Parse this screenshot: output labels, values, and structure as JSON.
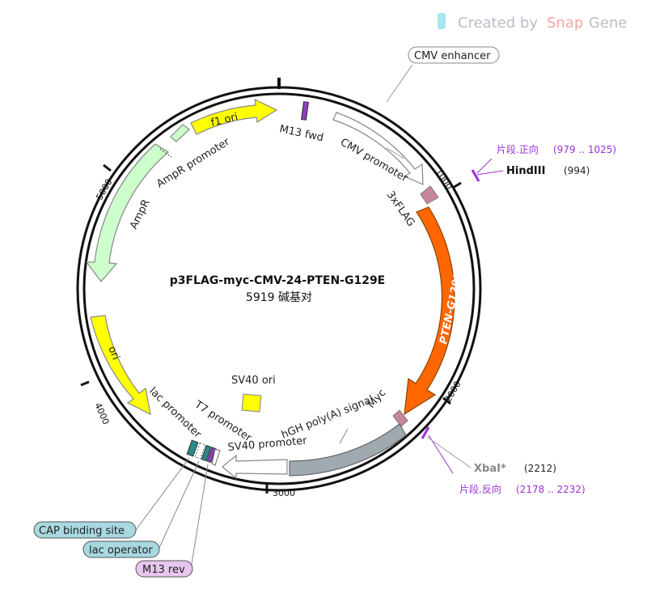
{
  "brand": {
    "prefix": "Created by ",
    "snap": "Snap",
    "gene": "Gene",
    "snap_color": "#f6a5a0",
    "gene_color": "#b8bec6",
    "icon": "snapgene-logo-icon"
  },
  "plasmid": {
    "name": "p3FLAG-myc-CMV-24-PTEN-G129E",
    "size_text": "5919 碱基对",
    "length": 5919
  },
  "ticks": [
    "1000",
    "2000",
    "3000",
    "4000",
    "5000"
  ],
  "features": {
    "cmv_enhancer": "CMV enhancer",
    "cmv_promoter": "CMV promoter",
    "flag": "3xFLAG",
    "pten": "PTEN-G129E",
    "myc": "Myc",
    "hgh": "hGH poly(A) signal",
    "sv40_promoter": "SV40 promoter",
    "sv40_ori": "SV40 ori",
    "t7_promoter": "T7 promoter",
    "lac_promoter": "lac promoter",
    "ori": "ori",
    "ampr": "AmpR",
    "ampr_promoter": "AmpR promoter",
    "f1_ori": "f1 ori",
    "m13_fwd": "M13 fwd"
  },
  "sites": {
    "hindiii": {
      "name": "HindIII",
      "pos": "(994)"
    },
    "xbai": {
      "name": "XbaI*",
      "pos": "(2212)"
    },
    "fragment_fwd": {
      "name": "片段.正向",
      "range": "(979 .. 1025)"
    },
    "fragment_rev": {
      "name": "片段.反向",
      "range": "(2178 .. 2232)"
    }
  },
  "callouts": {
    "cap_binding": "CAP binding site",
    "lac_operator": "lac operator",
    "m13_rev": "M13 rev"
  },
  "colors": {
    "pten": "#ff6600",
    "ampr": "#ccffcc",
    "f1_ori": "#ffff00",
    "ori": "#ffff00",
    "sv40_ori": "#ffff00",
    "hgh": "#a0a8b0",
    "flag": "#c8869e",
    "myc": "#c8869e",
    "primer": "#8a3fc4",
    "fragment": "#9b30d9",
    "cap_callout": "#a8d8e0",
    "m13_callout": "#e7c6f0"
  }
}
